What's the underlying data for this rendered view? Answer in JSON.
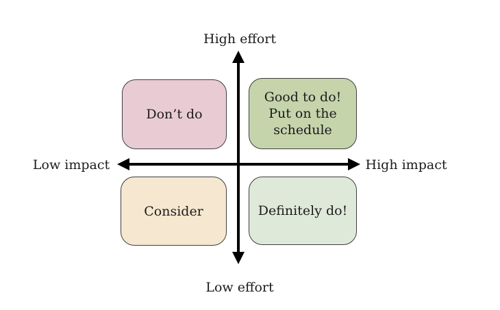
{
  "diagram": {
    "type": "impact-effort-matrix",
    "axes": {
      "top_label": "High effort",
      "bottom_label": "Low effort",
      "left_label": "Low impact",
      "right_label": "High impact",
      "arrow_color": "#000000"
    },
    "quadrants": {
      "top_left": {
        "label": "Don’t do",
        "fill": "#e9ccd3"
      },
      "top_right": {
        "label": "Good to do!\nPut on the\nschedule",
        "fill": "#c5d4ab"
      },
      "bottom_left": {
        "label": "Consider",
        "fill": "#f5e7d0"
      },
      "bottom_right": {
        "label": "Definitely do!",
        "fill": "#dfe9d9"
      }
    },
    "box_border_color": "#3d3d3d",
    "text_color": "#1b1b1b",
    "background_color": "#ffffff"
  }
}
